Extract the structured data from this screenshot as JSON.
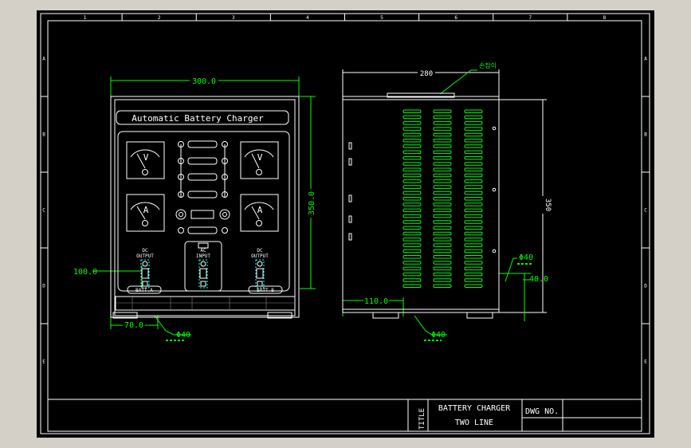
{
  "drawing": {
    "border_columns": [
      "1",
      "2",
      "3",
      "4",
      "5",
      "6",
      "7",
      "8"
    ],
    "border_rows": [
      "A",
      "B",
      "C",
      "D",
      "E"
    ],
    "title_label": "TITLE",
    "title_line1": "BATTERY CHARGER",
    "title_line2": "TWO LINE",
    "dwg_label": "DWG NO."
  },
  "front_view": {
    "panel_title": "Automatic Battery Charger",
    "dim_width": "300.0",
    "dim_height": "350.0",
    "dim_left": "100.0",
    "dim_bottom": "70.0",
    "dim_hole": "Φ40",
    "voltmeter_glyph": "V",
    "ammeter_glyph": "A",
    "dc_output_left": [
      "DC",
      "OUTPUT"
    ],
    "ac_input": [
      "AC",
      "INPUT"
    ],
    "dc_output_right": [
      "DC",
      "OUTPUT"
    ],
    "batt_left": "BATT.A",
    "batt_right": "BATT.B"
  },
  "side_view": {
    "dim_width": "280",
    "dim_height": "350",
    "dim_hole": "Φ40",
    "dim_side": "40.0",
    "dim_bottom": "110.0",
    "leader_label": "손잡이"
  }
}
